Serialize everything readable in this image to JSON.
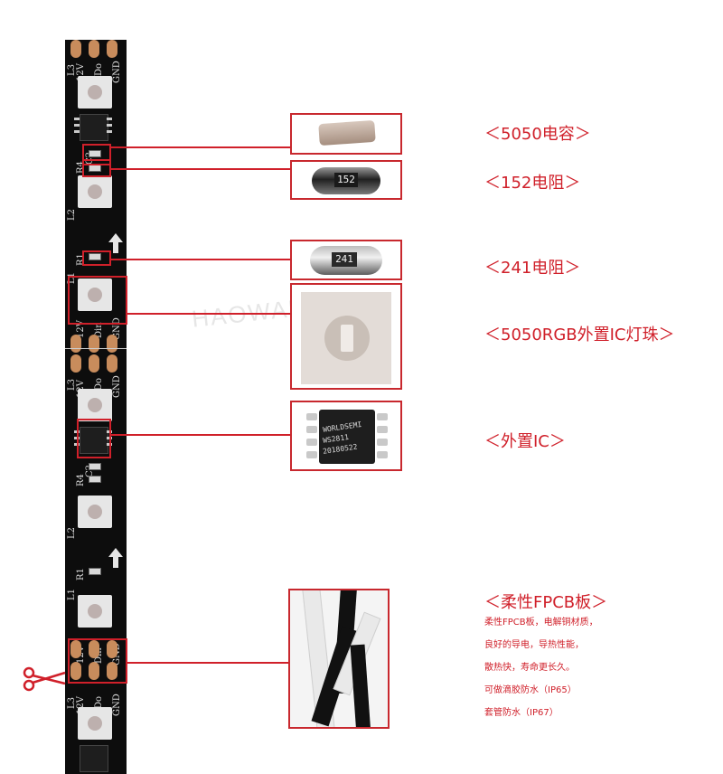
{
  "watermark": "HAOWANG",
  "strip_labels": {
    "l3": "L3",
    "l2": "L2",
    "l1": "L1",
    "v12": "12V",
    "do": "Do",
    "gnd": "GND",
    "din": "Din",
    "r4": "R4",
    "c2": "C2",
    "r1": "R1"
  },
  "component_codes": {
    "resistor_152": "152",
    "resistor_241": "241",
    "ic_line1": "WORLDSEMI",
    "ic_line2": "WS2811",
    "ic_line3": "20180522"
  },
  "captions": {
    "capacitor": "＜5050电容＞",
    "resistor_152": "＜152电阻＞",
    "resistor_241": "＜241电阻＞",
    "rgb_led": "＜5050RGB外置IC灯珠＞",
    "external_ic": "＜外置IC＞",
    "fpcb": "＜柔性FPCB板＞"
  },
  "fpcb_description": [
    "柔性FPCB板，电解铜材质，",
    "良好的导电，导热性能，",
    "散热快，寿命更长久。",
    "可做滴胶防水（IP65）",
    "套管防水（IP67）"
  ],
  "colors": {
    "accent_red": "#d0202a",
    "strip_black": "#0d0d0d",
    "copper_pad": "#c88c5c"
  }
}
